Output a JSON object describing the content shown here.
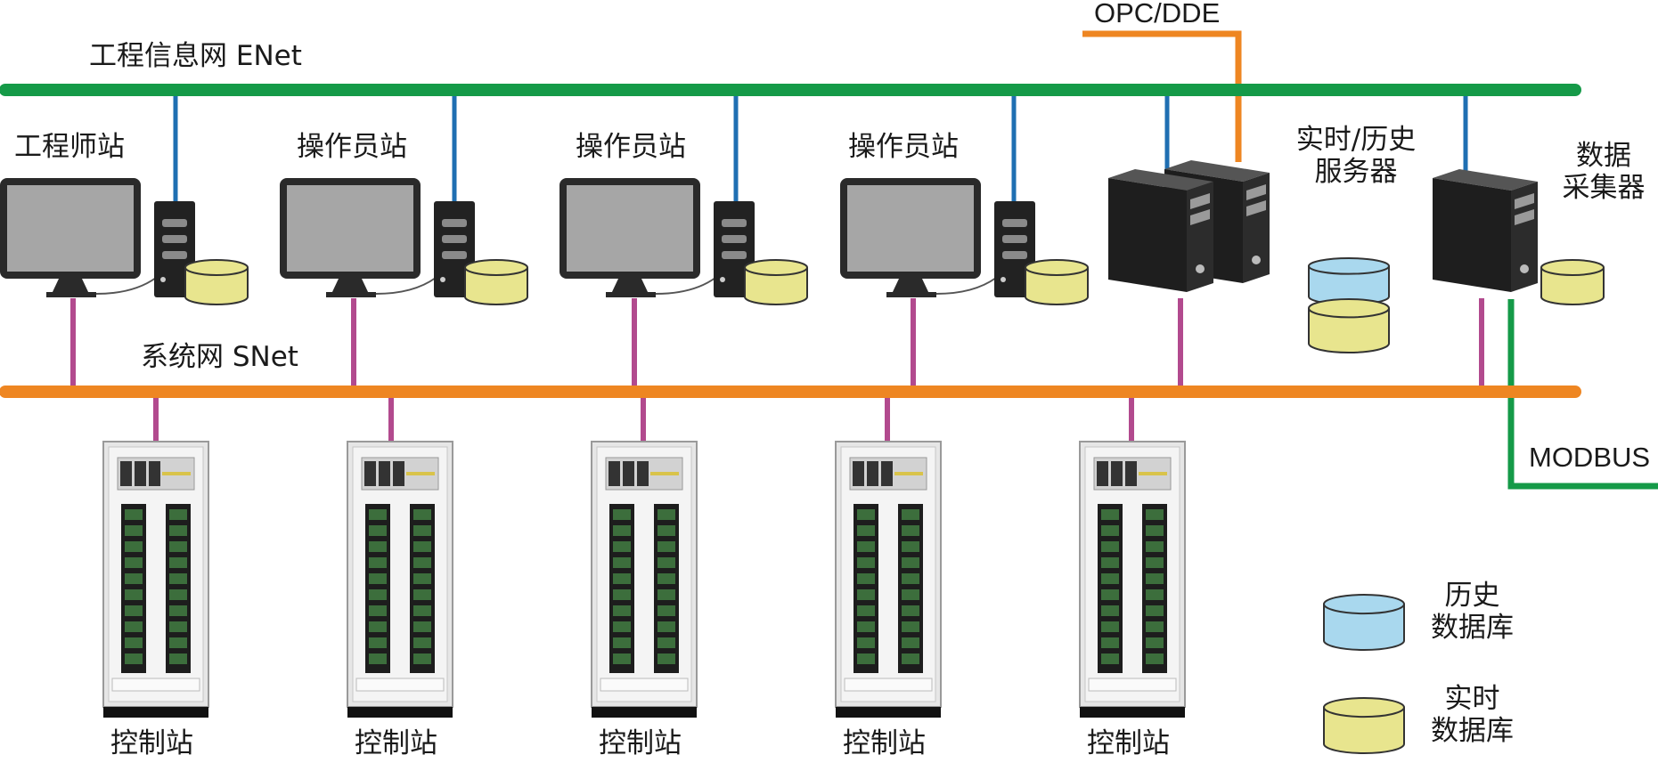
{
  "colors": {
    "enet_bus": "#159A48",
    "snet_bus": "#EE8622",
    "enet_drop": "#1F6FB2",
    "snet_drop": "#B24A8E",
    "opc_line": "#EE8622",
    "modbus_line": "#159A48",
    "history_db": "#A9D8EE",
    "realtime_db": "#E8E58E"
  },
  "networks": {
    "enet_label": "工程信息网   ENet",
    "snet_label": "系统网   SNet"
  },
  "external": {
    "opc_label": "OPC/DDE",
    "modbus_label": "MODBUS"
  },
  "stations": {
    "engineer_label": "工程师站",
    "operator_labels": [
      "操作员站",
      "操作员站",
      "操作员站"
    ],
    "server_label_line1": "实时/历史",
    "server_label_line2": "服务器",
    "collector_label_line1": "数据",
    "collector_label_line2": "采集器"
  },
  "controllers": {
    "labels": [
      "控制站",
      "控制站",
      "控制站",
      "控制站",
      "控制站"
    ]
  },
  "legend": {
    "history_line1": "历史",
    "history_line2": "数据库",
    "realtime_line1": "实时",
    "realtime_line2": "数据库"
  }
}
